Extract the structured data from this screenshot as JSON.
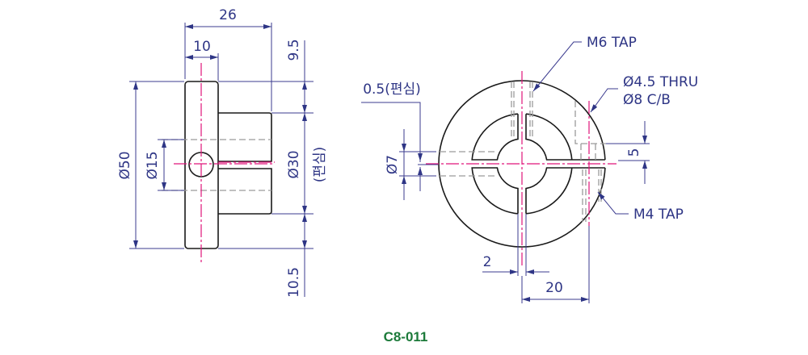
{
  "drawing": {
    "part_number": "C8-011",
    "colors": {
      "outline": "#1a1a1a",
      "dimension": "#3b3b8f",
      "centerline": "#e0157a",
      "hidden": "#9a9a9a",
      "part_number": "#1c7a3a"
    },
    "side_view": {
      "dim_overall_length": "26",
      "dim_flange_width": "10",
      "dim_top_offset": "9.5",
      "dim_bottom_offset": "10.5",
      "dim_flange_dia": "Ø50",
      "dim_bore_dia": "Ø15",
      "dim_hub_dia": "Ø30",
      "dim_eccentric_note": "(편심)"
    },
    "front_view": {
      "dim_eccentric": "0.5(편심)",
      "dim_inner_dia": "Ø7",
      "dim_slot_width": "2",
      "dim_hole_offset": "20",
      "dim_hole_height": "5",
      "callout_m6": "M6 TAP",
      "callout_thru": "Ø4.5 THRU",
      "callout_cb": "Ø8 C/B",
      "callout_m4": "M4 TAP"
    }
  }
}
